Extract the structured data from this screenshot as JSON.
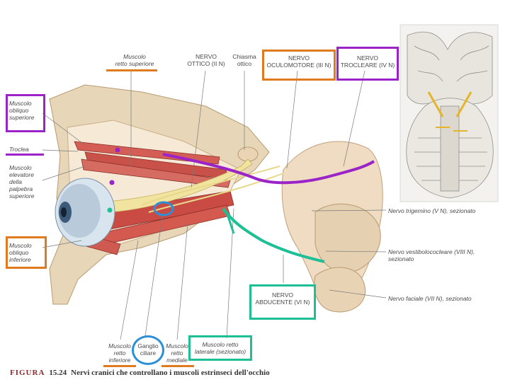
{
  "labels": {
    "muscolo_retto_superiore": "Muscolo\nretto superiore",
    "nervo_ottico": "NERVO\nOTTICO (II N)",
    "chiasma_ottico": "Chiasma\nottico",
    "nervo_oculomotore": "NERVO\nOCULOMOTORE (III N)",
    "nervo_trocleare": "NERVO\nTROCLEARE (IV N)",
    "muscolo_obliquo_superiore": "Muscolo\nobliquo\nsuperiore",
    "troclea": "Troclea",
    "muscolo_elevatore": "Muscolo\nelevatore\ndella\npalpebra\nsuperiore",
    "muscolo_obliquo_inferiore": "Muscolo\nobliquo\ninferiore",
    "nervo_trigemino": "Nervo trigemino (V N), sezionato",
    "nervo_vestibolococleare": "Nervo vestibolococleare (VIII N),\nsezionato",
    "nervo_facciale": "Nervo faciale (VII N), sezionato",
    "nervo_abducente": "NERVO\nABDUCENTE (VI N)",
    "muscolo_retto_inferiore": "Muscolo\nretto\ninferiore",
    "ganglio_ciliare": "Ganglio\nciliare",
    "muscolo_retto_mediale": "Muscolo\nretto\nmediale",
    "muscolo_retto_laterale": "Muscolo retto\nlaterale (sezionato)"
  },
  "caption": {
    "figure": "FIGURA",
    "number": "15.24",
    "title": "Nervi cranici che controllano i muscoli estrinseci dell'occhio"
  },
  "colors": {
    "orange": "#e07a1f",
    "purple": "#9b24c9",
    "teal": "#1fbf96",
    "blue": "#2d8fd6"
  }
}
